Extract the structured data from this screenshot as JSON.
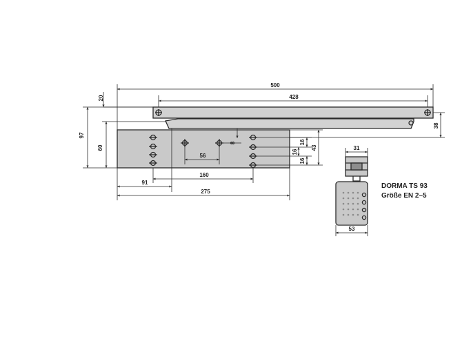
{
  "diagram": {
    "product": "DORMA TS 93",
    "size_label": "Größe EN 2–5",
    "colors": {
      "line": "#2a2a2a",
      "body": "#c9c9c9",
      "rail": "#d2d2d2",
      "bg": "#ffffff"
    }
  },
  "dimensions": {
    "overall_length": "500",
    "rail_length": "428",
    "rail_offset": "20",
    "total_height": "97",
    "body_height": "60",
    "rail_height": "38",
    "hole_offset": "8",
    "hole_spacing": "56",
    "hole_width": "160",
    "left_offset": "91",
    "body_length": "275",
    "v_spacing_top": "16",
    "v_spacing_mid": "16",
    "v_spacing_low": "16",
    "v_total": "43",
    "side_width": "31",
    "side_depth": "53"
  }
}
